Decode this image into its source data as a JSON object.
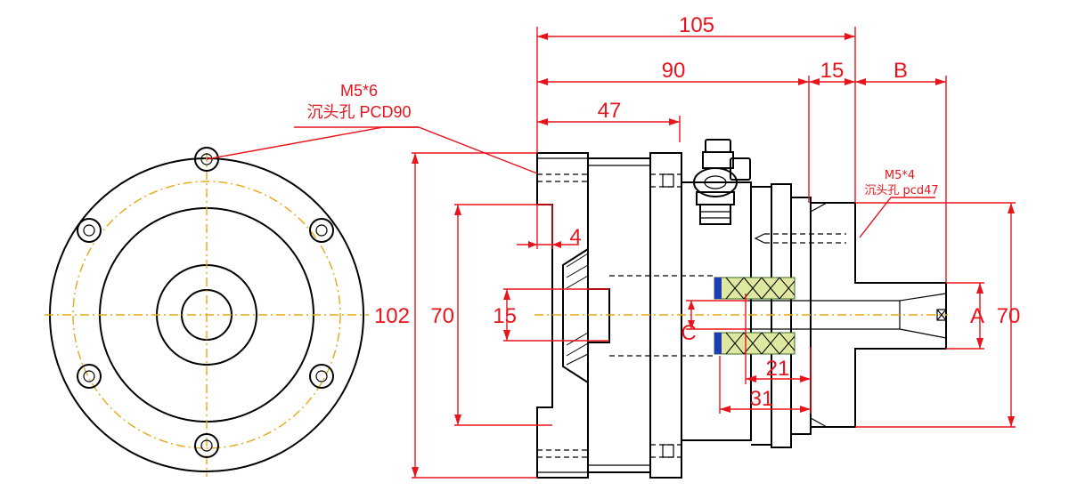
{
  "colors": {
    "dimension": "#e8141c",
    "centerline": "#e6a817",
    "outline": "#000000",
    "seal_fill": "#dfe8a0",
    "seal_band": "#1e3cb4"
  },
  "dimensions": {
    "overall_length": "105",
    "body_length": "90",
    "flange_length": "15",
    "shaft_length": "B",
    "housing_length": "47",
    "step_depth": "4",
    "outer_diameter": "102",
    "pilot_diameter_left": "70",
    "bore_diameter": "15",
    "port_mark": "C",
    "seal_inner_length": "21",
    "seal_outer_length": "31",
    "shaft_diameter": "A",
    "pilot_diameter_right": "70"
  },
  "callouts": {
    "front_holes": {
      "line1": "M5*6",
      "line2": "沉头孔 PCD90"
    },
    "flange_holes": {
      "line1": "M5*4",
      "line2": "沉头孔 pcd47"
    }
  }
}
